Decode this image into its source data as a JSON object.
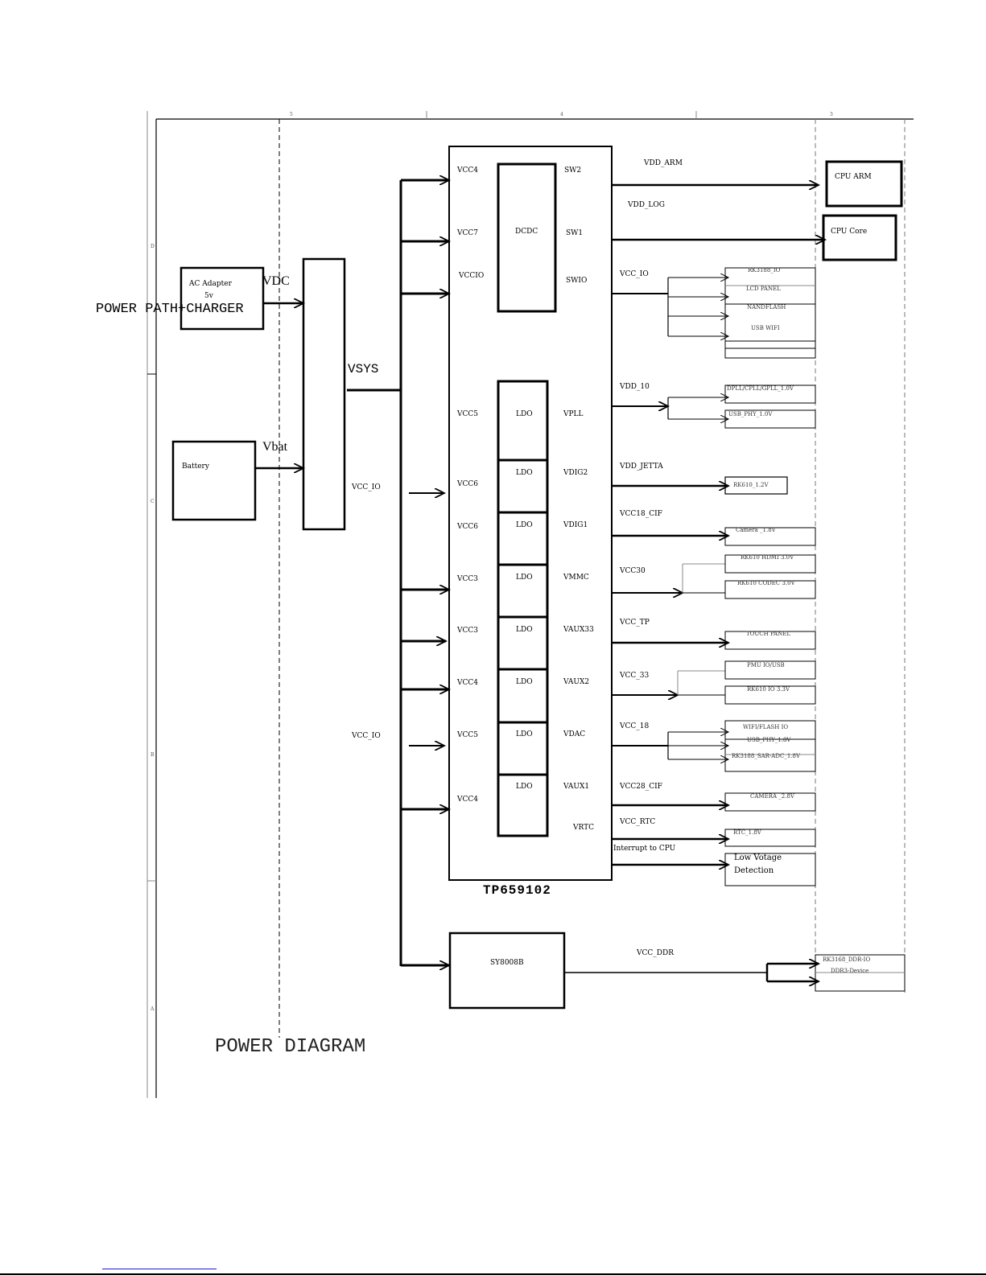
{
  "diagram": {
    "title": "POWER DIAGRAM",
    "frame": {
      "column_markers": [
        "5",
        "4",
        "3"
      ],
      "row_markers": [
        "D",
        "C",
        "B",
        "A"
      ]
    },
    "inputs": {
      "side_label": "POWER PATH+CHARGER",
      "ac_adapter": {
        "line1": "AC Adapter",
        "line2": "5v",
        "net": "VDC"
      },
      "battery": {
        "label": "Battery",
        "net": "Vbat"
      },
      "vsys_label": "VSYS",
      "vcc_io_labels": [
        "VCC_IO",
        "VCC_IO"
      ]
    },
    "pmic": {
      "name": "TP659102",
      "dcdc": {
        "label": "DCDC",
        "inputs": [
          "VCC4",
          "VCC7",
          "VCCIO"
        ],
        "outputs": [
          "SW2",
          "SW1",
          "SWIO"
        ]
      },
      "ldos": [
        {
          "input": "VCC5",
          "block": "LDO",
          "output": "VPLL"
        },
        {
          "input": "VCC6",
          "block": "LDO",
          "output": "VDIG2"
        },
        {
          "input": "VCC6",
          "block": "LDO",
          "output": "VDIG1"
        },
        {
          "input": "VCC3",
          "block": "LDO",
          "output": "VMMC"
        },
        {
          "input": "VCC3",
          "block": "LDO",
          "output": "VAUX33"
        },
        {
          "input": "VCC4",
          "block": "LDO",
          "output": "VAUX2"
        },
        {
          "input": "VCC5",
          "block": "LDO",
          "output": "VDAC"
        },
        {
          "input": "VCC4",
          "block": "LDO",
          "output": "VAUX1"
        }
      ],
      "vrtc": "VRTC"
    },
    "rails": [
      {
        "net": "VDD_ARM",
        "loads": [
          "CPU ARM"
        ]
      },
      {
        "net": "VDD_LOG",
        "loads": [
          "CPU Core"
        ]
      },
      {
        "net": "VCC_IO",
        "loads": [
          "RK3188_IO",
          "LCD PANEL",
          "NANDFLASH",
          "USB WIFI"
        ]
      },
      {
        "net": "VDD_10",
        "loads": [
          "DPLL/CPLL/GPLL_1.0V",
          "USB_PHY_1.0V"
        ]
      },
      {
        "net": "VDD_JETTA",
        "loads": [
          "RK610_1.2V"
        ]
      },
      {
        "net": "VCC18_CIF",
        "loads": [
          "Camera _1.8V"
        ]
      },
      {
        "net": "VCC30",
        "loads": [
          "RK610 HDMI 3.0V",
          "RK610  CODEC 3.0V"
        ]
      },
      {
        "net": "VCC_TP",
        "loads": [
          "TOUCH PANEL"
        ]
      },
      {
        "net": "VCC_33",
        "loads": [
          "PMU IO/USB",
          "RK610 IO 3.3V"
        ]
      },
      {
        "net": "VCC_18",
        "loads": [
          "WIFI/FLASH IO",
          "USB_PHY_1.8V",
          "RK3188_SAR-ADC_1.8V"
        ]
      },
      {
        "net": "VCC28_CIF",
        "loads": [
          "CAMERA _2.8V"
        ]
      },
      {
        "net": "VCC_RTC",
        "loads": [
          "RTC_1.8V"
        ]
      },
      {
        "net": "Interrupt to CPU",
        "loads": [
          "Low Votage",
          "Detection"
        ]
      }
    ],
    "ddr": {
      "regulator": "SY8008B",
      "net": "VCC_DDR",
      "loads": [
        "RK3168_DDR-IO",
        "DDR3-Device"
      ]
    }
  }
}
